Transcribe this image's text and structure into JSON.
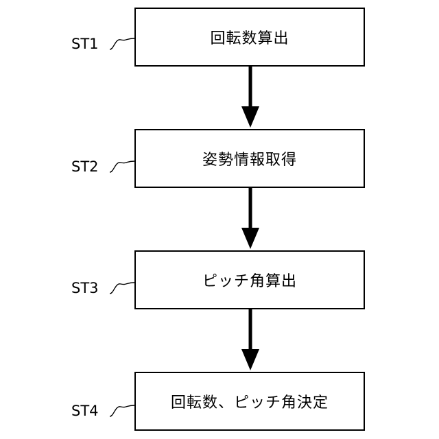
{
  "steps": [
    {
      "label": "ST1",
      "text": "回転数算出"
    },
    {
      "label": "ST2",
      "text": "姿勢情報取得"
    },
    {
      "label": "ST3",
      "text": "ピッチ角算出"
    },
    {
      "label": "ST4",
      "text": "回転数、ピッチ角決定"
    }
  ],
  "colors": {
    "stroke": "#000000",
    "background": "#ffffff"
  }
}
